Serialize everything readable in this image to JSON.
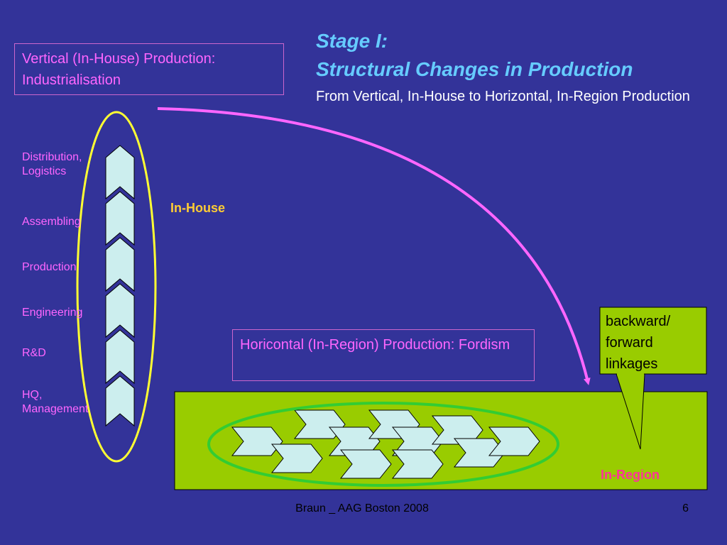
{
  "slide": {
    "title_line1": "Stage I:",
    "title_line2": "Structural Changes in Production",
    "subtitle": "From Vertical, In-House to Horizontal, In-Region Production"
  },
  "vertical_box": {
    "text": "Vertical (In-House) Production: Industrialisation"
  },
  "horizontal_box": {
    "text": "Horicontal (In-Region) Production: Fordism"
  },
  "stages": [
    {
      "line1": "Distribution,",
      "line2": "Logistics"
    },
    {
      "line1": "Assembling",
      "line2": ""
    },
    {
      "line1": "Production",
      "line2": ""
    },
    {
      "line1": "Engineering",
      "line2": ""
    },
    {
      "line1": "R&D",
      "line2": ""
    },
    {
      "line1": "HQ,",
      "line2": "Management"
    }
  ],
  "labels": {
    "in_house": "In-House",
    "in_region": "In-Region"
  },
  "callout": {
    "line1": "backward/",
    "line2": "forward",
    "line3": "linkages"
  },
  "footer": {
    "text": "Braun _ AAG Boston 2008",
    "page": "6"
  },
  "colors": {
    "background": "#333399",
    "title": "#66CCFF",
    "box_text": "#FF66FF",
    "arrow": "#FF66FF",
    "chevron_fill": "#CCEEEE",
    "region_fill": "#99CC00",
    "vertical_ellipse": "#FFFF33",
    "horizontal_ellipse": "#33CC33",
    "in_house_label": "#FFCC33",
    "in_region_label": "#FF3399"
  }
}
